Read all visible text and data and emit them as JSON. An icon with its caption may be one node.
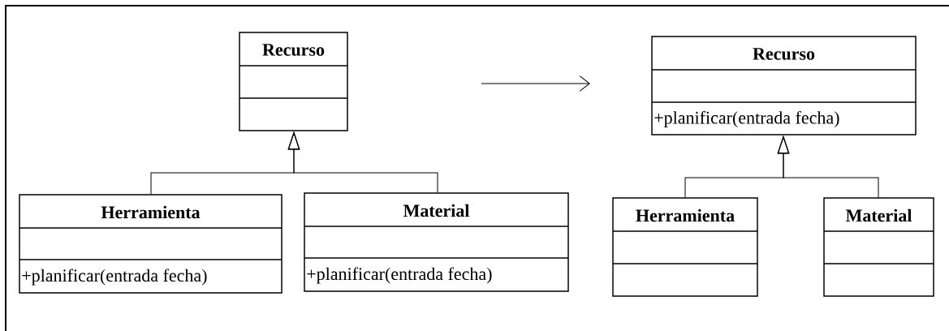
{
  "diagram": {
    "nodes": [
      {
        "text": [
          "Recurso"
        ]
      },
      {
        "text": [
          "Herramienta",
          "+planificar(entrada fecha)"
        ]
      },
      {
        "text": [
          "Material",
          "+planificar(entrada fecha)"
        ]
      },
      {
        "text": [
          "Recurso",
          "+planificar(entrada fecha)"
        ]
      },
      {
        "text": [
          "Herramienta"
        ]
      },
      {
        "text": [
          "Material"
        ]
      }
    ],
    "edges": [
      {
        "from": 1,
        "to": 0,
        "arrow": "to"
      },
      {
        "from": 2,
        "to": 0,
        "arrow": "to"
      },
      {
        "from": 4,
        "to": 3,
        "arrow": "to"
      },
      {
        "from": 5,
        "to": 3,
        "arrow": "to"
      }
    ]
  }
}
